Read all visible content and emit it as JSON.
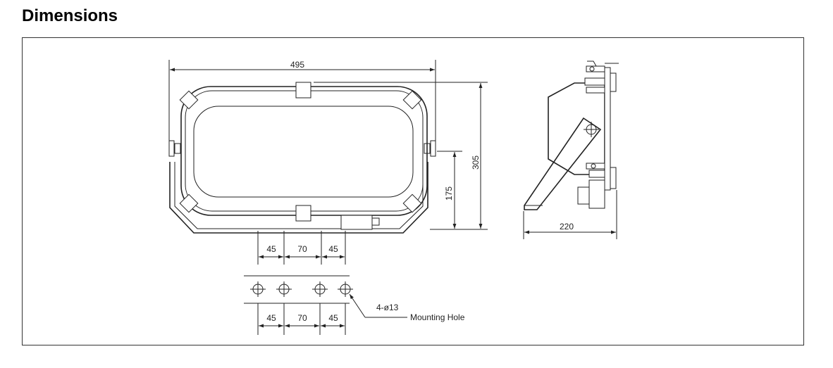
{
  "heading": "Dimensions",
  "front_view": {
    "overall_width": "495",
    "mount_spacing_left": "45",
    "mount_spacing_middle": "70",
    "mount_spacing_right": "45"
  },
  "side_view": {
    "overall_height": "305",
    "pivot_height": "175",
    "depth": "220"
  },
  "mounting_detail": {
    "spacing_left": "45",
    "spacing_middle": "70",
    "spacing_right": "45",
    "hole_spec": "4-ø13",
    "hole_label": "Mounting Hole"
  }
}
